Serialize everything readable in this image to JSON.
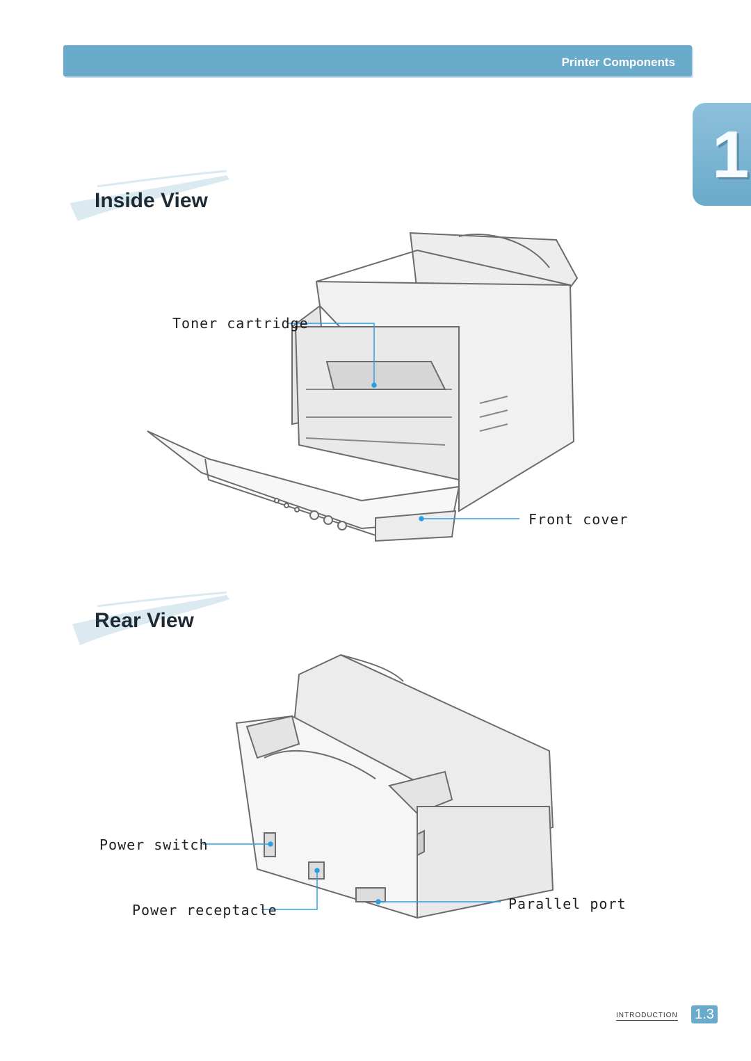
{
  "header": {
    "title": "Printer Components"
  },
  "chapter": {
    "number": "1"
  },
  "inside_view": {
    "title": "Inside View",
    "labels": {
      "toner_cartridge": "Toner cartridge",
      "front_cover": "Front cover"
    }
  },
  "rear_view": {
    "title": "Rear View",
    "labels": {
      "power_switch": "Power switch",
      "power_receptacle": "Power receptacle",
      "parallel_port": "Parallel port"
    }
  },
  "footer": {
    "section": "INTRODUCTION",
    "page": "1.3"
  },
  "colors": {
    "accent": "#6aaacb",
    "callout_line": "#2aa0e0"
  }
}
